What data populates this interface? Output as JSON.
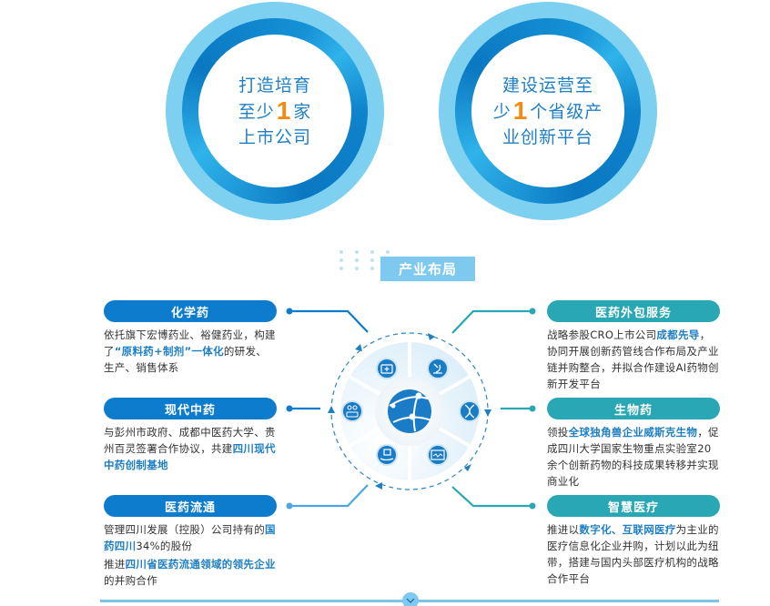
{
  "rings": [
    {
      "lines": [
        {
          "pre": "打造培育",
          "num": "",
          "post": ""
        },
        {
          "pre": "至少",
          "num": "1",
          "post": "家"
        },
        {
          "pre": "上市公司",
          "num": "",
          "post": ""
        }
      ]
    },
    {
      "lines": [
        {
          "pre": "建设运营至",
          "num": "",
          "post": ""
        },
        {
          "pre": "少",
          "num": "1",
          "post": "个省级产"
        },
        {
          "pre": "业创新平台",
          "num": "",
          "post": ""
        }
      ]
    }
  ],
  "section": {
    "title": "产业布局"
  },
  "left_cards": [
    {
      "title": "化学药",
      "paragraphs": [
        [
          {
            "t": "依托旗下宏博药业、裕健药业，构建了",
            "hl": false
          },
          {
            "t": "“原料药+制剂”一体化",
            "hl": true
          },
          {
            "t": "的研发、生产、销售体系",
            "hl": false
          }
        ]
      ]
    },
    {
      "title": "现代中药",
      "paragraphs": [
        [
          {
            "t": "与彭州市政府、成都中医药大学、贵州百灵签署合作协议，共建",
            "hl": false
          },
          {
            "t": "四川现代中药创制基地",
            "hl": true
          }
        ]
      ]
    },
    {
      "title": "医药流通",
      "paragraphs": [
        [
          {
            "t": "管理四川发展（控股）公司持有的",
            "hl": false
          },
          {
            "t": "国药四川",
            "hl": true
          },
          {
            "t": "34%的股份",
            "hl": false
          }
        ],
        [
          {
            "t": "推进",
            "hl": false
          },
          {
            "t": "四川省医药流通领域的领先企业",
            "hl": true
          },
          {
            "t": "的并购合作",
            "hl": false
          }
        ]
      ]
    }
  ],
  "right_cards": [
    {
      "title": "医药外包服务",
      "paragraphs": [
        [
          {
            "t": "战略参股CRO上市公司",
            "hl": false
          },
          {
            "t": "成都先导",
            "hl": true
          },
          {
            "t": "，协同开展创新药管线合作布局及产业链并购整合，并拟合作建设AI药物创新开发平台",
            "hl": false
          }
        ]
      ]
    },
    {
      "title": "生物药",
      "paragraphs": [
        [
          {
            "t": "领投",
            "hl": false
          },
          {
            "t": "全球独角兽企业威斯克生物",
            "hl": true
          },
          {
            "t": "，促成四川大学国家生物重点实验室20余个创新药物的科技成果转移并实现商业化",
            "hl": false
          }
        ]
      ]
    },
    {
      "title": "智慧医疗",
      "paragraphs": [
        [
          {
            "t": "推进以",
            "hl": false
          },
          {
            "t": "数字化、互联网医疗",
            "hl": true
          },
          {
            "t": "为主业的医疗信息化企业并购，计划以此为纽带，搭建与国内头部医疗机构的战略合作平台",
            "hl": false
          }
        ]
      ]
    }
  ],
  "wheel": {
    "center_icon": "globe-network-icon",
    "segment_icons": [
      "medical-kit-icon",
      "microscope-icon",
      "dna-icon",
      "monitor-chart-icon",
      "hand-box-icon",
      "pill-tablets-icon"
    ]
  },
  "colors": {
    "left_accent": "#0e7ccd",
    "right_accent": "#2aa7b4",
    "highlight_text": "#1f7fc4",
    "number_orange": "#f08c12",
    "ring_outer": "#7dd0ef",
    "section_title_bg": "#7dc9ef"
  },
  "footer": {
    "icon": "chevron-down-icon"
  }
}
